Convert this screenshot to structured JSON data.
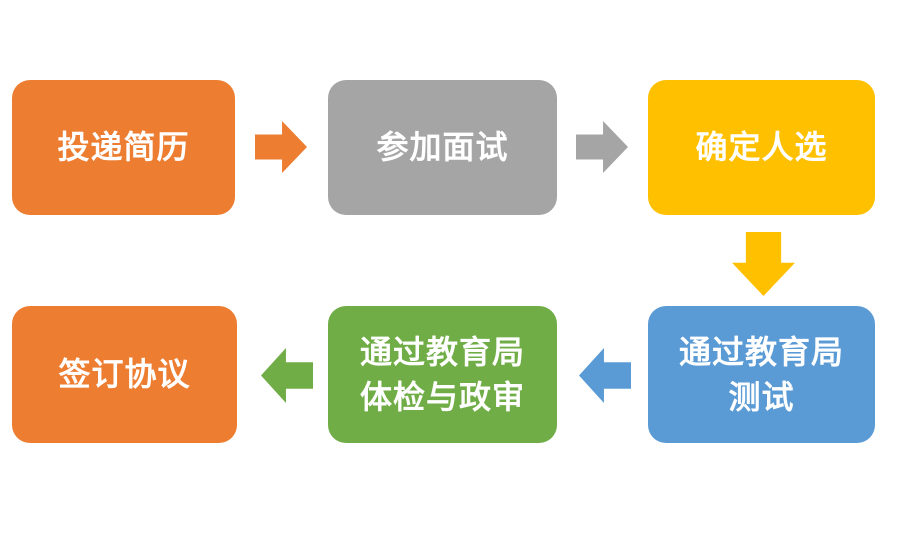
{
  "diagram": {
    "type": "flowchart",
    "description": "Recruitment process flow, 6 steps in S-shaped order",
    "background": "#FFFFFF",
    "text_color": "#FFFFFF",
    "palette": {
      "orange": "#ED7D31",
      "gray": "#A5A5A5",
      "gold": "#FFC000",
      "blue": "#5B9BD5",
      "green": "#70AD47"
    },
    "steps": [
      {
        "order": 1,
        "name": "submit-resume",
        "lines": [
          "投递简历"
        ],
        "color": "#ED7D31"
      },
      {
        "order": 2,
        "name": "attend-interview",
        "lines": [
          "参加面试"
        ],
        "color": "#A5A5A5"
      },
      {
        "order": 3,
        "name": "confirm-candidate",
        "lines": [
          "确定人选"
        ],
        "color": "#FFC000"
      },
      {
        "order": 4,
        "name": "pass-bureau-test",
        "lines": [
          "通过教育局",
          "测试"
        ],
        "color": "#5B9BD5"
      },
      {
        "order": 5,
        "name": "pass-physical-political",
        "lines": [
          "通过教育局",
          "体检与政审"
        ],
        "color": "#70AD47"
      },
      {
        "order": 6,
        "name": "sign-agreement",
        "lines": [
          "签订协议"
        ],
        "color": "#ED7D31"
      }
    ],
    "connectors": [
      {
        "from": 1,
        "to": 2,
        "direction": "right",
        "color": "#ED7D31"
      },
      {
        "from": 2,
        "to": 3,
        "direction": "right",
        "color": "#A5A5A5"
      },
      {
        "from": 3,
        "to": 4,
        "direction": "down",
        "color": "#FFC000"
      },
      {
        "from": 4,
        "to": 5,
        "direction": "left",
        "color": "#5B9BD5"
      },
      {
        "from": 5,
        "to": 6,
        "direction": "left",
        "color": "#70AD47"
      }
    ]
  }
}
